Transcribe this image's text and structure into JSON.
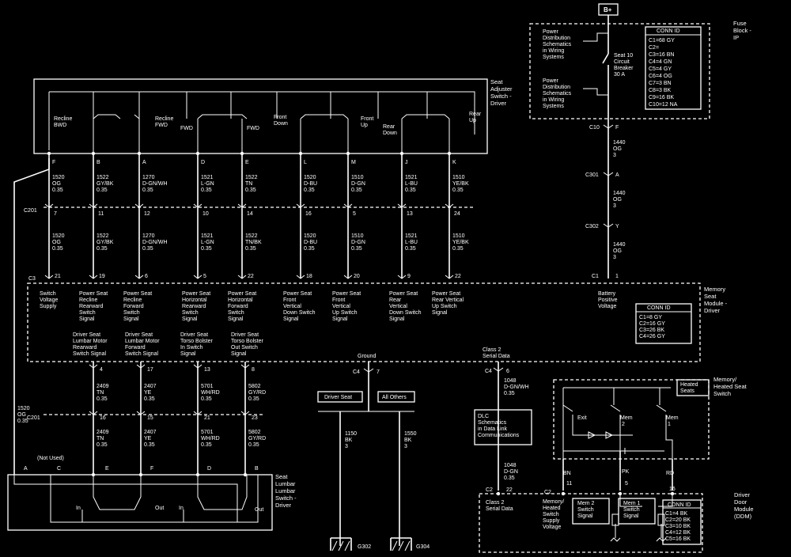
{
  "top_fuse": {
    "label": "B+"
  },
  "fuse_block": {
    "title": [
      "Fuse",
      "Block -",
      "IP"
    ],
    "power_dist_1": [
      "Power",
      "Distribution",
      "Schematics",
      "in Wiring",
      "Systems"
    ],
    "power_dist_2": [
      "Power",
      "Distribution",
      "Schematics",
      "in Wiring",
      "Systems"
    ],
    "breaker": [
      "Seat 10",
      "Circuit",
      "Breaker",
      "30 A"
    ],
    "conn_header": "CONN ID",
    "conn_rows": [
      "C1=68 GY",
      "C2=",
      "C3=16 BN",
      "C4=4 GN",
      "C5=4 GY",
      "C6=4 OG",
      "C7=3 BN",
      "C8=3 BK",
      "C9=16 BK",
      "C10=12 NA"
    ]
  },
  "seat_switch": {
    "title": [
      "Seat",
      "Adjuster",
      "Switch -",
      "Driver"
    ],
    "labels": {
      "recline_bwd": [
        "Recline",
        "BWD"
      ],
      "recline_fwd": [
        "Recline",
        "FWD"
      ],
      "fwd_left": "FWD",
      "fwd_right": "FWD",
      "front_down": [
        "Front",
        "Down"
      ],
      "front_up": [
        "Front",
        "Up"
      ],
      "rear_down": [
        "Rear",
        "Down"
      ],
      "rear_up": [
        "Rear",
        "Up"
      ]
    }
  },
  "pins_top": [
    "F",
    "B",
    "A",
    "D",
    "E",
    "L",
    "M",
    "J",
    "K"
  ],
  "wires_top": [
    [
      "1520",
      "OG",
      "0.35"
    ],
    [
      "1522",
      "GY/BK",
      "0.35"
    ],
    [
      "1270",
      "D-GN/WH",
      "0.35"
    ],
    [
      "1521",
      "L-GN",
      "0.35"
    ],
    [
      "1522",
      "TN",
      "0.35"
    ],
    [
      "1520",
      "D-BU",
      "0.35"
    ],
    [
      "1510",
      "D-GN",
      "0.35"
    ],
    [
      "1521",
      "L-BU",
      "0.35"
    ],
    [
      "1510",
      "YE/BK",
      "0.35"
    ]
  ],
  "c201_label": "C201",
  "c201_pins": [
    "7",
    "11",
    "12",
    "10",
    "14",
    "16",
    "5",
    "13",
    "24"
  ],
  "wires_mid": [
    [
      "1520",
      "OG",
      "0.35"
    ],
    [
      "1522",
      "GY/BK",
      "0.35"
    ],
    [
      "1270",
      "D-GN/WH",
      "0.35"
    ],
    [
      "1521",
      "L-GN",
      "0.35"
    ],
    [
      "1522",
      "TN/BK",
      "0.35"
    ],
    [
      "1520",
      "D-BU",
      "0.35"
    ],
    [
      "1510",
      "D-GN",
      "0.35"
    ],
    [
      "1521",
      "L-BU",
      "0.35"
    ],
    [
      "1510",
      "YE/BK",
      "0.35"
    ]
  ],
  "c3_label": "C3",
  "module_pins": [
    "21",
    "19",
    "6",
    "5",
    "22",
    "18",
    "20",
    "9",
    "22"
  ],
  "module": {
    "title": [
      "Memory",
      "Seat",
      "Module -",
      "Driver"
    ],
    "signals_top": [
      [
        "Switch",
        "Voltage",
        "Supply"
      ],
      [
        "Power Seat",
        "Recline",
        "Rearward",
        "Switch",
        "Signal"
      ],
      [
        "Power Seat",
        "Recline",
        "Forward",
        "Switch",
        "Signal"
      ],
      [
        "Power Seat",
        "Horizontal",
        "Rearward",
        "Switch",
        "Signal"
      ],
      [
        "Power Seat",
        "Horizontal",
        "Forward",
        "Switch",
        "Signal"
      ],
      [
        "Power Seat",
        "Front",
        "Vertical",
        "Down Switch",
        "Signal"
      ],
      [
        "Power Seat",
        "Front",
        "Vertical",
        "Up Switch",
        "Signal"
      ],
      [
        "Power Seat",
        "Rear",
        "Vertical",
        "Down Switch",
        "Signal"
      ],
      [
        "Power Seat",
        "Rear Vertical",
        "Up Switch",
        "Signal"
      ]
    ],
    "battery": [
      "Battery",
      "Positive",
      "Voltage"
    ],
    "conn_header": "CONN ID",
    "conn_rows": [
      "C1=8 GY",
      "C2=16 GY",
      "C3=26 BK",
      "C4=26 GY"
    ],
    "signals_bottom": [
      [
        "Driver Seat",
        "Lumbar Motor",
        "Rearward",
        "Switch Signal"
      ],
      [
        "Driver Seat",
        "Lumbar Motor",
        "Forward",
        "Switch Signal"
      ],
      [
        "Driver Seat",
        "Torso Bolster",
        "In Switch",
        "Signal"
      ],
      [
        "Driver Seat",
        "Torso Bolster",
        "Out Switch",
        "Signal"
      ]
    ]
  },
  "battery_chain": {
    "c10": "C10",
    "c10_pin": "F",
    "wire1": [
      "1440",
      "OG",
      "3"
    ],
    "c301": "C301",
    "c301_pin": "A",
    "wire2": [
      "1440",
      "OG",
      "3"
    ],
    "c302": "C302",
    "c302_pin": "Y",
    "wire3": [
      "1440",
      "OG",
      "3"
    ],
    "c1": "C1",
    "c1_pin": "1"
  },
  "lower_pins": [
    "4",
    "17",
    "13",
    "8"
  ],
  "lower_wires_top": [
    [
      "2409",
      "TN",
      "0.35"
    ],
    [
      "2407",
      "YE",
      "0.35"
    ],
    [
      "5701",
      "WH/RD",
      "0.35"
    ],
    [
      "5802",
      "GY/RD",
      "0.35"
    ]
  ],
  "c201_lower_label": "C201",
  "c201_lower_pins": [
    "16",
    "15",
    "21",
    "23"
  ],
  "lower_wires_bottom": [
    [
      "2409",
      "TN",
      "0.35"
    ],
    [
      "2407",
      "YE",
      "0.35"
    ],
    [
      "5701",
      "WH/RD",
      "0.35"
    ],
    [
      "5802",
      "GY/RD",
      "0.35"
    ]
  ],
  "left_wire": [
    "1520",
    "OG",
    "0.35"
  ],
  "lumbar": {
    "title": [
      "Seat",
      "Lumbar",
      "Lumbar",
      "Switch -",
      "Driver"
    ],
    "not_used": "(Not Used)",
    "pins": [
      "A",
      "C",
      "E",
      "F",
      "D",
      "B"
    ],
    "in1": "In",
    "out1": "Out",
    "in2": "In",
    "out2": "Out"
  },
  "ground": {
    "label": "Ground",
    "conn": "C4",
    "pin": "7",
    "seat_box": "Driver Seat",
    "others_box": "All Others",
    "wire_left": [
      "1150",
      "BK",
      "3"
    ],
    "wire_right": [
      "1550",
      "BK",
      "3"
    ],
    "g1": "G302",
    "g2": "G304"
  },
  "serial": {
    "label": [
      "Class 2",
      "Serial Data"
    ],
    "conn": "C4",
    "pin": "6",
    "wire1": [
      "1048",
      "D-GN/WH",
      "0.35"
    ],
    "dlc": [
      "DLC",
      "Schematics",
      "in Data Link",
      "Communications"
    ],
    "wire2": [
      "1048",
      "D-GN",
      "0.35"
    ],
    "c2": "C2",
    "c2_pin": "22",
    "module_label": [
      "Class 2",
      "Serial Data"
    ]
  },
  "heated": {
    "title": [
      "Memory/",
      "Heated Seat",
      "Switch"
    ],
    "heated_seats": [
      "Heated",
      "Seats"
    ],
    "exit": "Exit",
    "mem2": [
      "Mem",
      "2"
    ],
    "mem1": [
      "Mem",
      "1"
    ],
    "wire_left": "BN",
    "wire_mid": "PK",
    "wire_right": "RD",
    "pins": [
      "11",
      "5",
      "16"
    ],
    "c2": "C2",
    "door_title": [
      "Driver",
      "Door",
      "Module",
      "(DDM)"
    ],
    "labels": [
      [
        "Memory/",
        "Heated",
        "Switch",
        "Supply",
        "Voltage"
      ],
      [
        "Mem 2",
        "Switch",
        "Signal"
      ],
      [
        "Mem 1",
        "Switch",
        "Signal"
      ]
    ],
    "conn_header": "CONN ID",
    "conn_rows": [
      "C1=4 BK",
      "C2=20 BK",
      "C3=10 BK",
      "C4=12 BK",
      "C5=16 BK"
    ]
  }
}
